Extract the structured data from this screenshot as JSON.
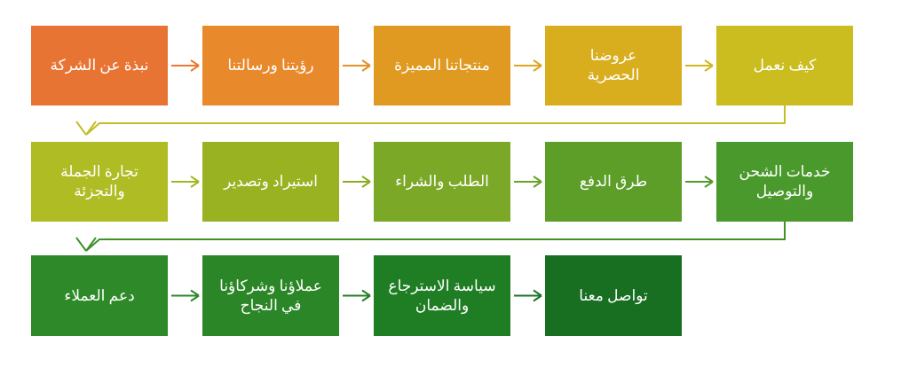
{
  "colors": {
    "background": "#FFFFFF",
    "text": "#FFFFFF",
    "wrap_connector_row1_row2": "#C3BE25",
    "wrap_connector_row2_row3": "#3F9128"
  },
  "flow": {
    "rows": [
      {
        "name": "row-1",
        "boxes": [
          {
            "id": "about-company",
            "label": "نبذة عن الشركة",
            "lines": [
              "نبذة عن الشركة"
            ],
            "color": "#E87434"
          },
          {
            "id": "vision-mission",
            "label": "رؤيتنا ورسالتنا",
            "lines": [
              "رؤيتنا ورسالتنا"
            ],
            "color": "#E8892C"
          },
          {
            "id": "featured-products",
            "label": "منتجاتنا المميزة",
            "lines": [
              "منتجاتنا المميزة"
            ],
            "color": "#E09A22"
          },
          {
            "id": "exclusive-offers",
            "label": "عروضنا الحصرية",
            "lines": [
              "عروضنا",
              "الحصرية"
            ],
            "color": "#D8AD1E"
          },
          {
            "id": "how-we-work",
            "label": "كيف نعمل",
            "lines": [
              "كيف نعمل"
            ],
            "color": "#CBBD20"
          }
        ],
        "arrow_colors": [
          "#E87B31",
          "#E29127",
          "#DCA621",
          "#D1B71F"
        ]
      },
      {
        "name": "row-2",
        "boxes": [
          {
            "id": "wholesale-retail",
            "label": "تجارة الجملة والتجزئة",
            "lines": [
              "تجارة الجملة",
              "والتجزئة"
            ],
            "color": "#AFBC23"
          },
          {
            "id": "import-export",
            "label": "استيراد وتصدير",
            "lines": [
              "استيراد وتصدير"
            ],
            "color": "#99B221"
          },
          {
            "id": "order-purchase",
            "label": "الطلب والشراء",
            "lines": [
              "الطلب والشراء"
            ],
            "color": "#7CA828"
          },
          {
            "id": "payment-methods",
            "label": "طرق الدفع",
            "lines": [
              "طرق الدفع"
            ],
            "color": "#5C9E28"
          },
          {
            "id": "shipping-delivery",
            "label": "خدمات الشحن والتوصيل",
            "lines": [
              "خدمات الشحن",
              "والتوصيل"
            ],
            "color": "#4A992C"
          }
        ],
        "arrow_colors": [
          "#A3B722",
          "#8AAC25",
          "#6BA32A",
          "#539A2B"
        ]
      },
      {
        "name": "row-3",
        "boxes": [
          {
            "id": "customer-support",
            "label": "دعم العملاء",
            "lines": [
              "دعم العملاء"
            ],
            "color": "#2E8A28"
          },
          {
            "id": "clients-partners",
            "label": "عملاؤنا وشركاؤنا في النجاح",
            "lines": [
              "عملاؤنا وشركاؤنا",
              "في النجاح"
            ],
            "color": "#2B8627"
          },
          {
            "id": "returns-warranty",
            "label": "سياسة الاسترجاع والضمان",
            "lines": [
              "سياسة الاسترجاع",
              "والضمان"
            ],
            "color": "#1F7D24"
          },
          {
            "id": "contact-us",
            "label": "تواصل معنا",
            "lines": [
              "تواصل معنا"
            ],
            "color": "#186F22"
          }
        ],
        "arrow_colors": [
          "#2B8829",
          "#247F26",
          "#1C7524"
        ]
      }
    ],
    "connectors": [
      {
        "id": "wrap-row1-to-row2",
        "from_box": "how-we-work",
        "to_box": "wholesale-retail",
        "color": "#C3BE25"
      },
      {
        "id": "wrap-row2-to-row3",
        "from_box": "shipping-delivery",
        "to_box": "customer-support",
        "color": "#3F9128"
      }
    ]
  }
}
